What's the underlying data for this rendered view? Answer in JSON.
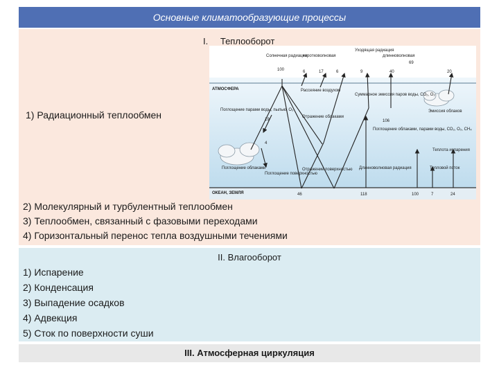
{
  "title": "Основные климатообразующие процессы",
  "section1": {
    "number": "I.",
    "heading": "Теплооборот",
    "item1": "1)  Радиационный теплообмен",
    "items": [
      "2) Молекулярный и турбулентный теплообмен",
      "3) Теплообмен, связанный с фазовыми переходами",
      "4) Горизонтальный перенос тепла воздушными течениями"
    ]
  },
  "diagram": {
    "sun": "Солнечная радиация",
    "sun_value": "100",
    "outgoing": "Уходящая радиация",
    "shortwave": "коротковолновая",
    "longwave": "длинноволновая",
    "lw_value": "69",
    "top_values": [
      "6",
      "17",
      "6",
      "9",
      "40",
      "20"
    ],
    "atmosphere": "АТМОСФЕРА",
    "scatter": "Рассеяние воздухом",
    "total_emission": "Суммарное эмиссия паров воды, СО₂, О₃",
    "absorb_vapor": "Поглощение парами воды, пылью, О₃",
    "absorb_vapor_value": "19",
    "cloud_reflect": "Отражение облаками",
    "cloud_emission": "Эмиссия облаков",
    "absorb_value": "106",
    "absorb_clouds_gases": "Поглощение облаками, парами воды, СО₂, О₃, СН₄",
    "cloud_absorb_value": "4",
    "latent_heat": "Теплота испарения",
    "absorb_clouds": "Поглощение облаками",
    "absorb_surface": "Поглощение поверхностью",
    "reflect_surface": "Отражение поверхностью",
    "longwave_rad": "Длинноволновая радиация",
    "heat_flux": "Тепловой поток",
    "ground": "ОКЕАН, ЗЕМЛЯ",
    "bottom_values": [
      "46",
      "118",
      "100",
      "7",
      "24"
    ]
  },
  "section2": {
    "heading": "II. Влагооборот",
    "items": [
      "1) Испарение",
      "2) Конденсация",
      "3) Выпадение осадков",
      "4) Адвекция",
      "5) Сток по поверхности суши"
    ]
  },
  "section3": {
    "heading": "III. Атмосферная циркуляция"
  },
  "colors": {
    "header": "#4f6fb4",
    "heat_section": "#fbe8de",
    "moisture_section": "#dbecf2",
    "circulation_section": "#e8e8e8"
  }
}
